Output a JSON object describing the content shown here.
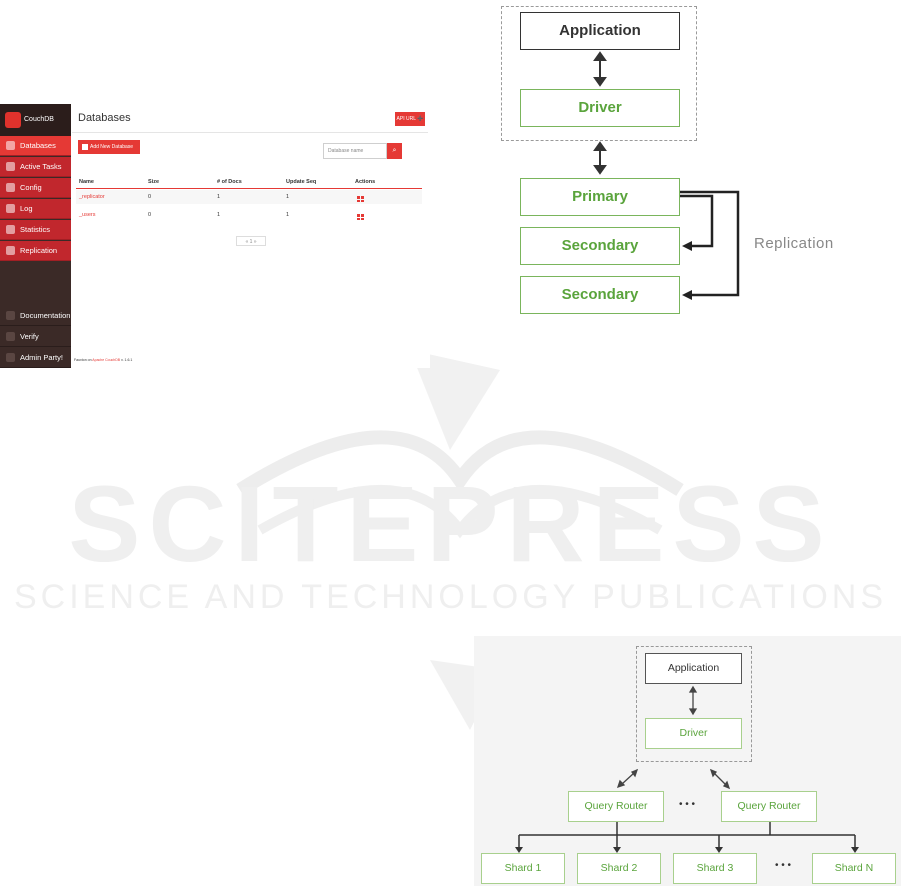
{
  "couchdb": {
    "logo_text": "CouchDB",
    "nav": [
      "Databases",
      "Active Tasks",
      "Config",
      "Log",
      "Statistics",
      "Replication"
    ],
    "nav_bottom": [
      "Documentation",
      "Verify",
      "Admin Party!"
    ],
    "title": "Databases",
    "api_button": "API URL ➕",
    "add_button": "Add New Database",
    "search_placeholder": "Database name",
    "columns": [
      "Name",
      "Size",
      "# of Docs",
      "Update Seq",
      "Actions"
    ],
    "rows": [
      {
        "name": "_replicator",
        "size": "0",
        "docs": "1",
        "seq": "1"
      },
      {
        "name": "_users",
        "size": "0",
        "docs": "1",
        "seq": "1"
      }
    ],
    "pager": "« 1 »",
    "footer_prefix": "Fauxton on ",
    "footer_link": "Apache CouchDB",
    "footer_version": " v. 1.6.1"
  },
  "replica": {
    "application": "Application",
    "driver": "Driver",
    "primary": "Primary",
    "secondary_1": "Secondary",
    "secondary_2": "Secondary",
    "replication": "Replication"
  },
  "sharding": {
    "application": "Application",
    "driver": "Driver",
    "router_1": "Query Router",
    "router_2": "Query Router",
    "ellipsis": "• • •",
    "shards": [
      "Shard 1",
      "Shard 2",
      "Shard 3",
      "Shard N"
    ]
  },
  "watermark": {
    "main": "SCITEPRESS",
    "sub": "SCIENCE AND TECHNOLOGY PUBLICATIONS"
  },
  "colors": {
    "couch_red": "#e53935",
    "couch_dark": "#3b2a27",
    "mongo_green": "#5aa43c"
  }
}
